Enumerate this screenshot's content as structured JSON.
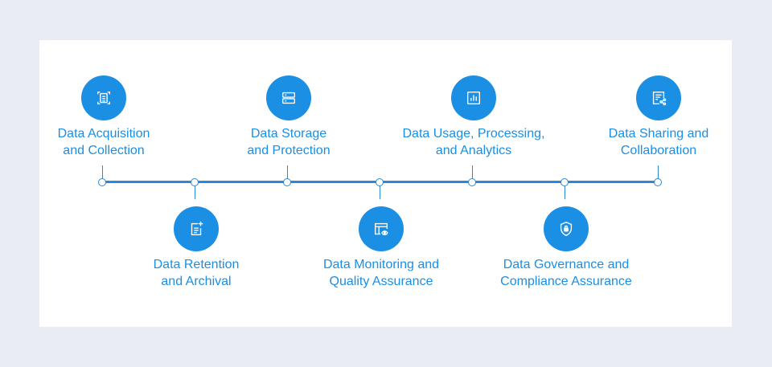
{
  "colors": {
    "background": "#e9ecf2",
    "card": "#ffffff",
    "accent": "#1a8fe3",
    "line": "#2b87d9"
  },
  "steps": [
    {
      "line1": "Data Acquisition",
      "line2": "and Collection",
      "icon": "document-scan-icon",
      "position": "top"
    },
    {
      "line1": "Data Retention",
      "line2": "and Archival",
      "icon": "document-add-icon",
      "position": "bottom"
    },
    {
      "line1": "Data Storage",
      "line2": "and Protection",
      "icon": "server-icon",
      "position": "top"
    },
    {
      "line1": "Data Monitoring and",
      "line2": "Quality Assurance",
      "icon": "monitor-eye-icon",
      "position": "bottom"
    },
    {
      "line1": "Data Usage, Processing,",
      "line2": "and Analytics",
      "icon": "bar-chart-icon",
      "position": "top"
    },
    {
      "line1": "Data Governance and",
      "line2": "Compliance Assurance",
      "icon": "shield-lock-icon",
      "position": "bottom"
    },
    {
      "line1": "Data Sharing and",
      "line2": "Collaboration",
      "icon": "share-document-icon",
      "position": "top"
    }
  ]
}
